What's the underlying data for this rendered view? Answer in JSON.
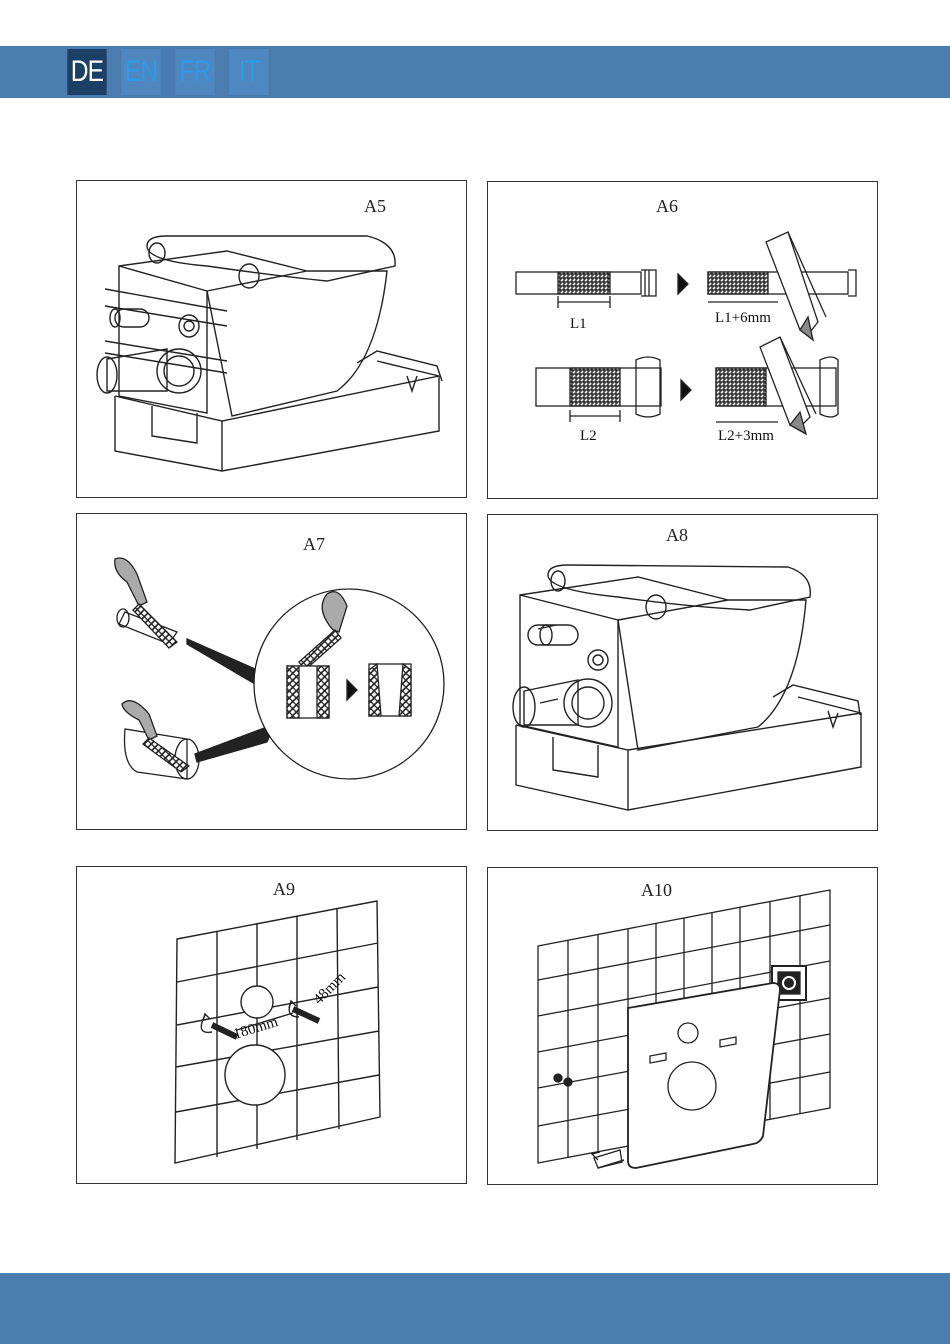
{
  "header": {
    "languages": [
      {
        "code": "DE",
        "active": true
      },
      {
        "code": "EN",
        "active": false
      },
      {
        "code": "FR",
        "active": false
      },
      {
        "code": "IT",
        "active": false
      }
    ]
  },
  "colors": {
    "bar": "#4a7cb0",
    "active_tab": "#1c3f66",
    "inactive_tab_text": "#2f9ae8"
  },
  "panels": {
    "a5": {
      "label": "A5"
    },
    "a6": {
      "label": "A6",
      "dim1": "L1",
      "dim2": "L1+6mm",
      "dim3": "L2",
      "dim4": "L2+3mm"
    },
    "a7": {
      "label": "A7"
    },
    "a8": {
      "label": "A8"
    },
    "a9": {
      "label": "A9",
      "dim1": "180mm",
      "dim2": "48mm"
    },
    "a10": {
      "label": "A10"
    }
  }
}
